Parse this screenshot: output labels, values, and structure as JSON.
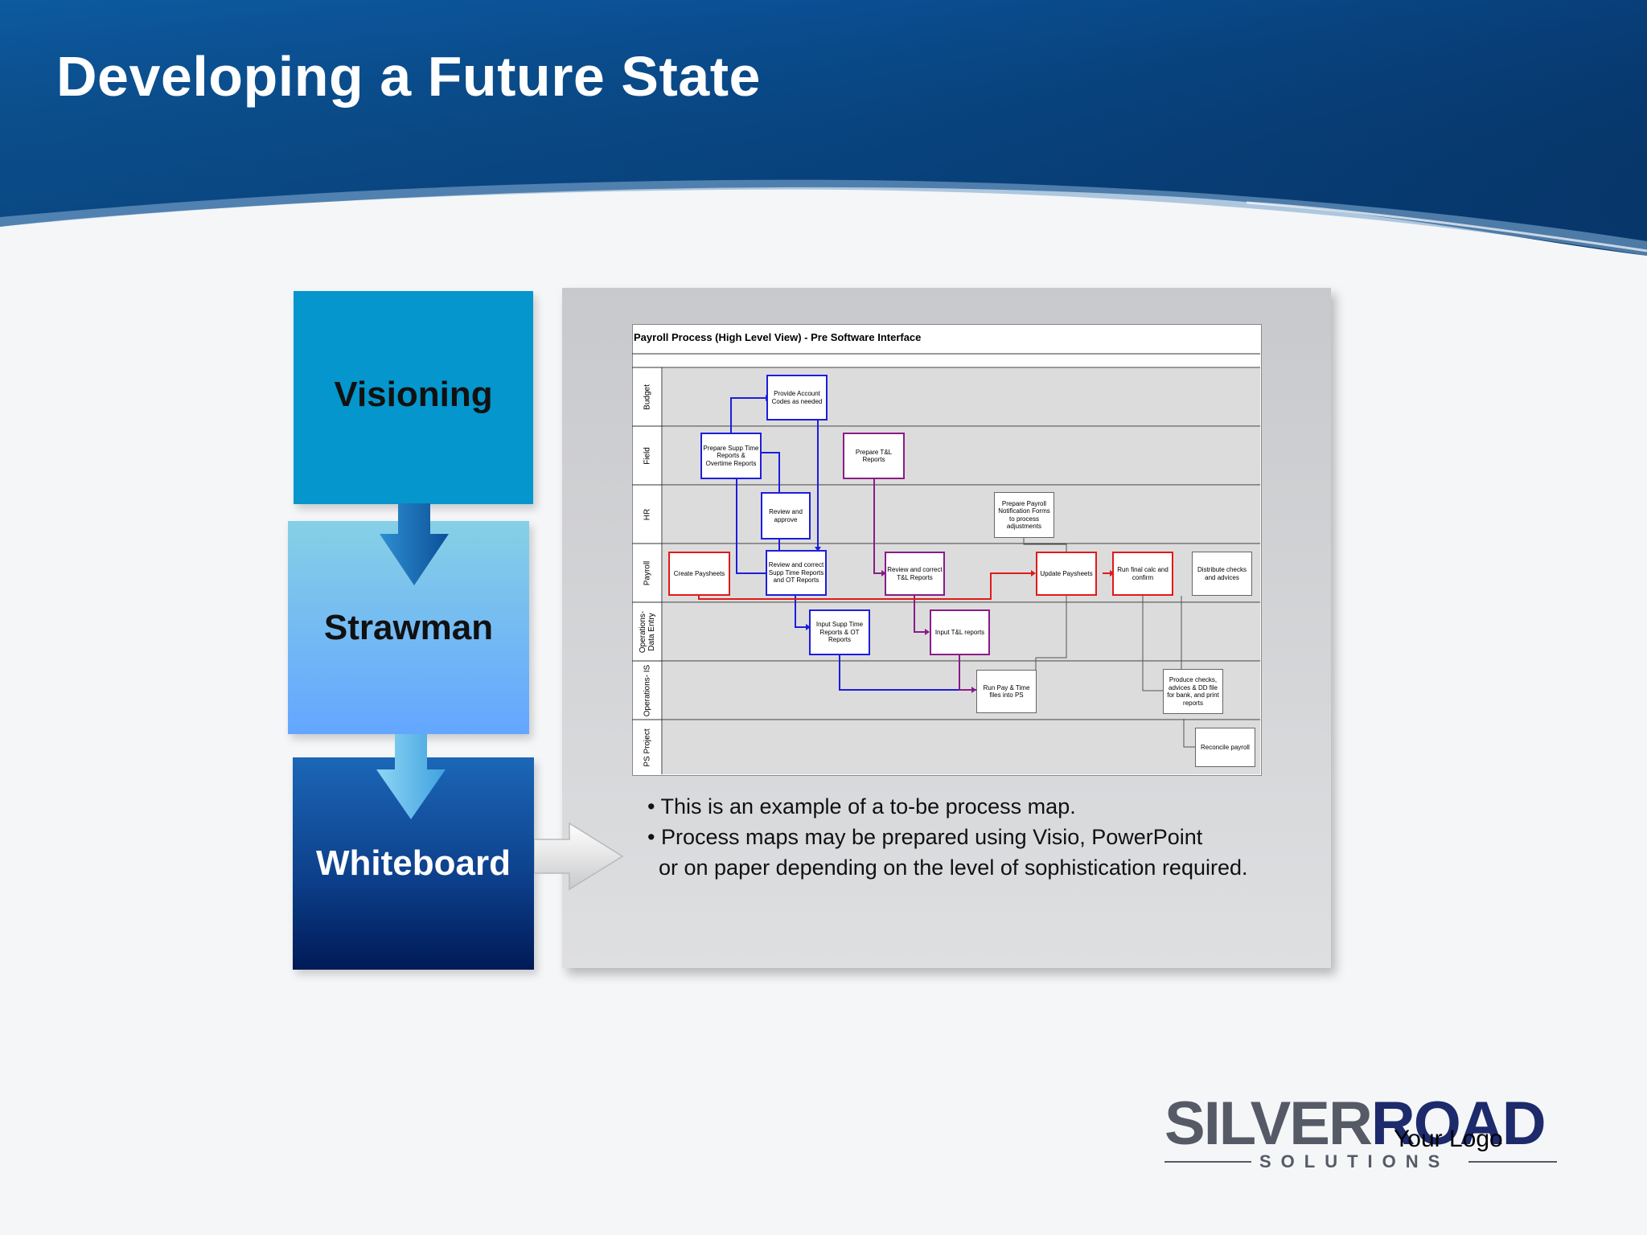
{
  "slide": {
    "title": "Developing a Future State",
    "stages": [
      "Visioning",
      "Strawman",
      "Whiteboard"
    ],
    "bullets": [
      "• This is an example of a to-be process map.",
      "• Process maps may be prepared using Visio, PowerPoint",
      "or on paper depending on the level of sophistication required."
    ]
  },
  "process_map": {
    "title": "Payroll Process (High Level View) - Pre Software Interface",
    "lanes": [
      "Budget",
      "Field",
      "HR",
      "Payroll",
      "Operations-\nData Entry",
      "Operations- IS",
      "PS Project"
    ],
    "steps": {
      "provide_codes": "Provide Account Codes as needed",
      "prepare_supp": "Prepare Supp Time Reports & Overtime Reports",
      "prepare_tl": "Prepare T&L Reports",
      "review_approve": "Review and approve",
      "prepare_notification": "Prepare Payroll Notification Forms to process adjustments",
      "create_paysheets": "Create Paysheets",
      "review_correct_supp": "Review and correct Supp Time Reports and OT Reports",
      "review_correct_tl": "Review and correct T&L Reports",
      "update_paysheets": "Update Paysheets",
      "run_final_calc": "Run final calc and confirm",
      "distribute_checks": "Distribute checks and advices",
      "input_supp": "Input Supp Time Reports & OT Reports",
      "input_tl": "Input T&L reports",
      "run_pay_time": "Run Pay & Time files into PS",
      "produce_checks": "Produce checks, advices & DD file for bank, and print reports",
      "reconcile": "Reconcile payroll"
    }
  },
  "logo": {
    "brand_silver": "SILVER",
    "brand_road": "ROAD",
    "subtitle": "SOLUTIONS",
    "placeholder": "Your Logo"
  },
  "colors": {
    "header_blue": "#0a4f93",
    "stage_light_blue": "#0496cc",
    "flow_blue": "#1d1ddd",
    "flow_purple": "#8a1b8a",
    "flow_red": "#e01a1a"
  }
}
